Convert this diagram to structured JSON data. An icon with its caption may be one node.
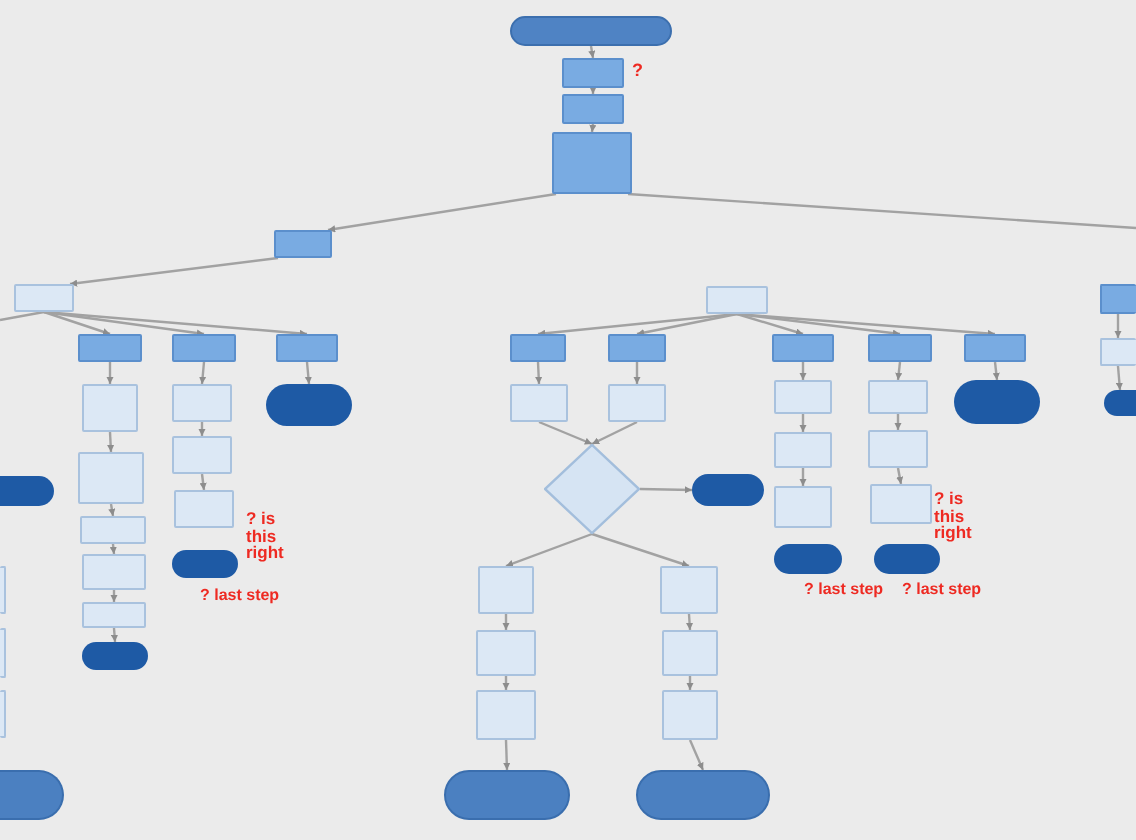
{
  "diagram": {
    "nodes": [
      {
        "text": [],
        "shape": "oval"
      },
      {
        "text": [],
        "shape": "box",
        "beside": [
          "?"
        ]
      },
      {
        "text": [],
        "shape": "box"
      },
      {
        "text": [],
        "shape": "box"
      },
      {
        "text": [],
        "shape": "box"
      },
      {
        "text": [],
        "shape": "box"
      },
      {
        "text": [],
        "shape": "box"
      },
      {
        "text": [],
        "shape": "box"
      },
      {
        "text": [],
        "shape": "box"
      },
      {
        "text": [],
        "shape": "box"
      },
      {
        "text": [],
        "shape": "box"
      },
      {
        "text": [],
        "shape": "box"
      },
      {
        "text": [],
        "shape": "box"
      },
      {
        "text": [],
        "shape": "box"
      },
      {
        "text": [],
        "shape": "box"
      },
      {
        "text": [],
        "shape": "box"
      },
      {
        "text": [],
        "shape": "oval"
      },
      {
        "text": [],
        "shape": "box"
      },
      {
        "text": [],
        "shape": "box"
      },
      {
        "text": [],
        "shape": "box",
        "beside": [
          "? is this right"
        ]
      },
      {
        "text": [],
        "shape": "oval",
        "beside": [
          "? last step"
        ]
      },
      {
        "text": [],
        "shape": "oval"
      },
      {
        "text": [],
        "shape": "oval"
      },
      {
        "text": [],
        "shape": "box"
      },
      {
        "text": [],
        "shape": "box"
      },
      {
        "text": [],
        "shape": "box"
      },
      {
        "text": [],
        "shape": "oval"
      },
      {
        "text": [],
        "shape": "box"
      },
      {
        "text": [],
        "shape": "box"
      },
      {
        "text": [],
        "shape": "box"
      },
      {
        "text": [],
        "shape": "box"
      },
      {
        "text": [],
        "shape": "box"
      },
      {
        "text": [],
        "shape": "box"
      },
      {
        "text": [],
        "shape": "box"
      },
      {
        "text": [],
        "shape": "diamond"
      },
      {
        "text": [],
        "shape": "oval"
      },
      {
        "text": [],
        "shape": "box"
      },
      {
        "text": [],
        "shape": "box"
      },
      {
        "text": [],
        "shape": "box"
      },
      {
        "text": [],
        "shape": "box"
      },
      {
        "text": [],
        "shape": "oval"
      },
      {
        "text": [],
        "shape": "box"
      },
      {
        "text": [],
        "shape": "box"
      },
      {
        "text": [],
        "shape": "oval"
      },
      {
        "text": [],
        "shape": "box"
      },
      {
        "text": [],
        "shape": "box"
      },
      {
        "text": [],
        "shape": "box"
      },
      {
        "text": [],
        "shape": "oval",
        "beside": [
          "? last step"
        ]
      },
      {
        "text": [],
        "shape": "box"
      },
      {
        "text": [],
        "shape": "box"
      },
      {
        "text": [],
        "shape": "box",
        "beside": [
          "? is this right"
        ]
      },
      {
        "text": [],
        "shape": "oval",
        "beside": [
          "? last step"
        ]
      },
      {
        "text": [],
        "shape": "oval"
      },
      {
        "text": [],
        "shape": "box"
      },
      {
        "text": [],
        "shape": "oval"
      }
    ],
    "edges": [
      {
        "from": 0,
        "to": 1,
        "arrow": "to"
      },
      {
        "from": 1,
        "to": 2,
        "arrow": "to"
      },
      {
        "from": 2,
        "to": 3,
        "arrow": "to"
      },
      {
        "from": 3,
        "to": 4,
        "arrow": "to"
      },
      {
        "from": 3,
        "to": null,
        "arrow": "none"
      },
      {
        "from": 4,
        "to": 5,
        "arrow": "to"
      },
      {
        "from": 5,
        "to": null,
        "arrow": "none"
      },
      {
        "from": 5,
        "to": 8,
        "arrow": "to"
      },
      {
        "from": 5,
        "to": 9,
        "arrow": "to"
      },
      {
        "from": 5,
        "to": 10,
        "arrow": "to"
      },
      {
        "from": 8,
        "to": 11,
        "arrow": "to"
      },
      {
        "from": 11,
        "to": 12,
        "arrow": "to"
      },
      {
        "from": 12,
        "to": 13,
        "arrow": "to"
      },
      {
        "from": 13,
        "to": 14,
        "arrow": "to"
      },
      {
        "from": 14,
        "to": 15,
        "arrow": "to"
      },
      {
        "from": 15,
        "to": 16,
        "arrow": "to"
      },
      {
        "from": 9,
        "to": 17,
        "arrow": "to"
      },
      {
        "from": 17,
        "to": 18,
        "arrow": "to"
      },
      {
        "from": 18,
        "to": 19,
        "arrow": "to"
      },
      {
        "from": 10,
        "to": 21,
        "arrow": "to"
      },
      {
        "from": 6,
        "to": 27,
        "arrow": "to"
      },
      {
        "from": 6,
        "to": 28,
        "arrow": "to"
      },
      {
        "from": 6,
        "to": 29,
        "arrow": "to"
      },
      {
        "from": 6,
        "to": 30,
        "arrow": "to"
      },
      {
        "from": 6,
        "to": 31,
        "arrow": "to"
      },
      {
        "from": 27,
        "to": 32,
        "arrow": "to"
      },
      {
        "from": 28,
        "to": 33,
        "arrow": "to"
      },
      {
        "from": 32,
        "to": 34,
        "arrow": "to"
      },
      {
        "from": 33,
        "to": 34,
        "arrow": "to"
      },
      {
        "from": 34,
        "to": 35,
        "arrow": "to"
      },
      {
        "from": 34,
        "to": 36,
        "arrow": "to"
      },
      {
        "from": 34,
        "to": 37,
        "arrow": "to"
      },
      {
        "from": 36,
        "to": 38,
        "arrow": "to"
      },
      {
        "from": 38,
        "to": 39,
        "arrow": "to"
      },
      {
        "from": 39,
        "to": 40,
        "arrow": "to"
      },
      {
        "from": 37,
        "to": 41,
        "arrow": "to"
      },
      {
        "from": 41,
        "to": 42,
        "arrow": "to"
      },
      {
        "from": 42,
        "to": 43,
        "arrow": "to"
      },
      {
        "from": 29,
        "to": 44,
        "arrow": "to"
      },
      {
        "from": 44,
        "to": 45,
        "arrow": "to"
      },
      {
        "from": 45,
        "to": 46,
        "arrow": "to"
      },
      {
        "from": 30,
        "to": 48,
        "arrow": "to"
      },
      {
        "from": 48,
        "to": 49,
        "arrow": "to"
      },
      {
        "from": 49,
        "to": 50,
        "arrow": "to"
      },
      {
        "from": 31,
        "to": 52,
        "arrow": "to"
      },
      {
        "from": 7,
        "to": 53,
        "arrow": "to"
      },
      {
        "from": 53,
        "to": 54,
        "arrow": "to"
      }
    ]
  }
}
